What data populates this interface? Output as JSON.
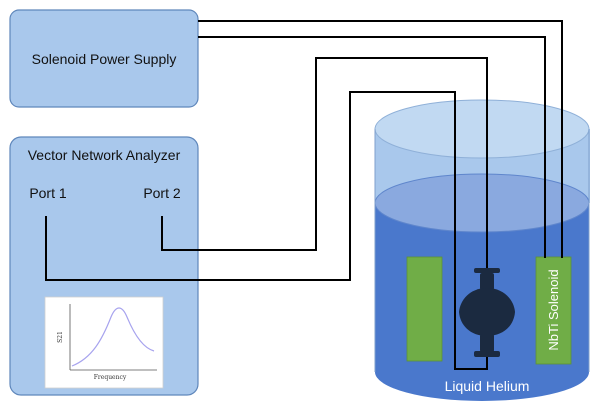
{
  "colors": {
    "box_fill": "#a9c8ec",
    "box_stroke": "#5f87bb",
    "tank_light": "#a9c8ec",
    "tank_dark": "#4a78cc",
    "coil_green": "#70ad47",
    "wire": "#000000",
    "cavity": "#1b2a40",
    "curve": "#a7a3ee"
  },
  "power_supply": {
    "label": "Solenoid Power Supply"
  },
  "vna": {
    "title": "Vector Network Analyzer",
    "port1": "Port 1",
    "port2": "Port 2",
    "plot": {
      "ylabel": "S21",
      "xlabel": "Frequency"
    }
  },
  "dewar": {
    "solenoid_label": "NbTi Solenoid",
    "liquid_label": "Liquid Helium"
  }
}
